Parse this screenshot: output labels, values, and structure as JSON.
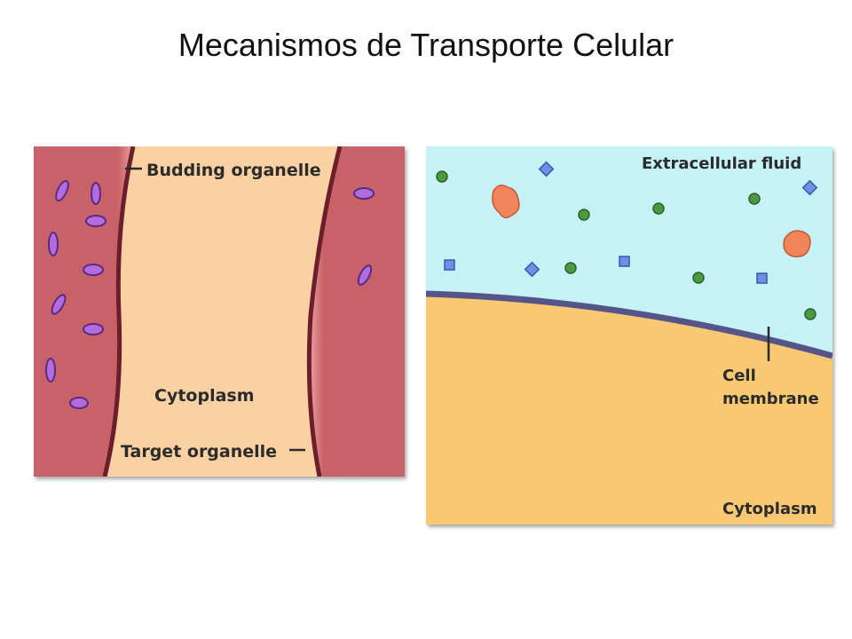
{
  "slide": {
    "title": "Mecanismos de Transporte Celular"
  },
  "left_diagram": {
    "labels": {
      "budding": "Budding organelle",
      "cytoplasm": "Cytoplasm",
      "target": "Target organelle"
    },
    "colors": {
      "organelle": "#c96268",
      "membrane": "#6b1f2a",
      "cytoplasm": "#fbd0a2",
      "vesicle": "#b36be0"
    }
  },
  "right_diagram": {
    "labels": {
      "fluid": "Extracellular fluid",
      "membrane_line1": "Cell",
      "membrane_line2": "membrane",
      "cytoplasm": "Cytoplasm"
    },
    "colors": {
      "fluid": "#c5f2f7",
      "cytoplasm": "#f8c872",
      "membrane": "#55558a",
      "green_molecule": "#4a9a40",
      "blue_molecule": "#6f8fe6",
      "protein": "#f2845a"
    }
  }
}
